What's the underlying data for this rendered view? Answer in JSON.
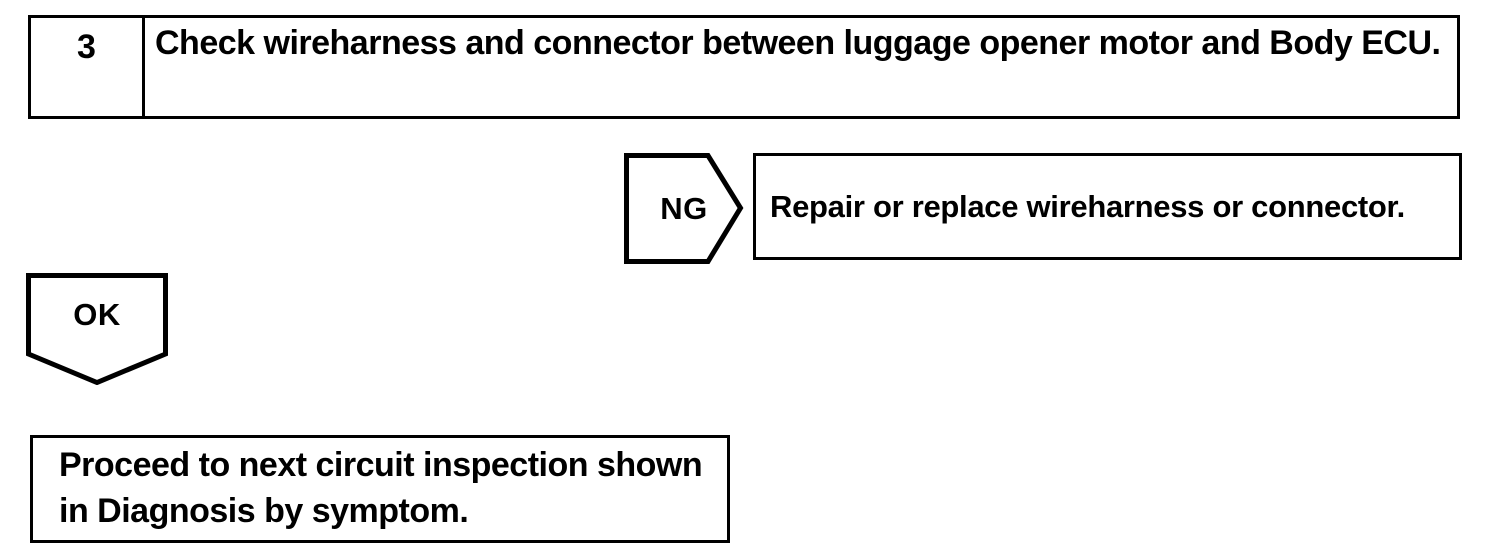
{
  "colors": {
    "ink": "#000000",
    "paper": "#ffffff"
  },
  "flowchart": {
    "step": {
      "number": "3",
      "instruction": "Check wireharness and connector between luggage opener motor and Body ECU."
    },
    "ng": {
      "label": "NG",
      "result": "Repair or replace wireharness or connector."
    },
    "ok": {
      "label": "OK",
      "result": "Proceed to next circuit inspection shown in Diagnosis by symptom."
    }
  }
}
